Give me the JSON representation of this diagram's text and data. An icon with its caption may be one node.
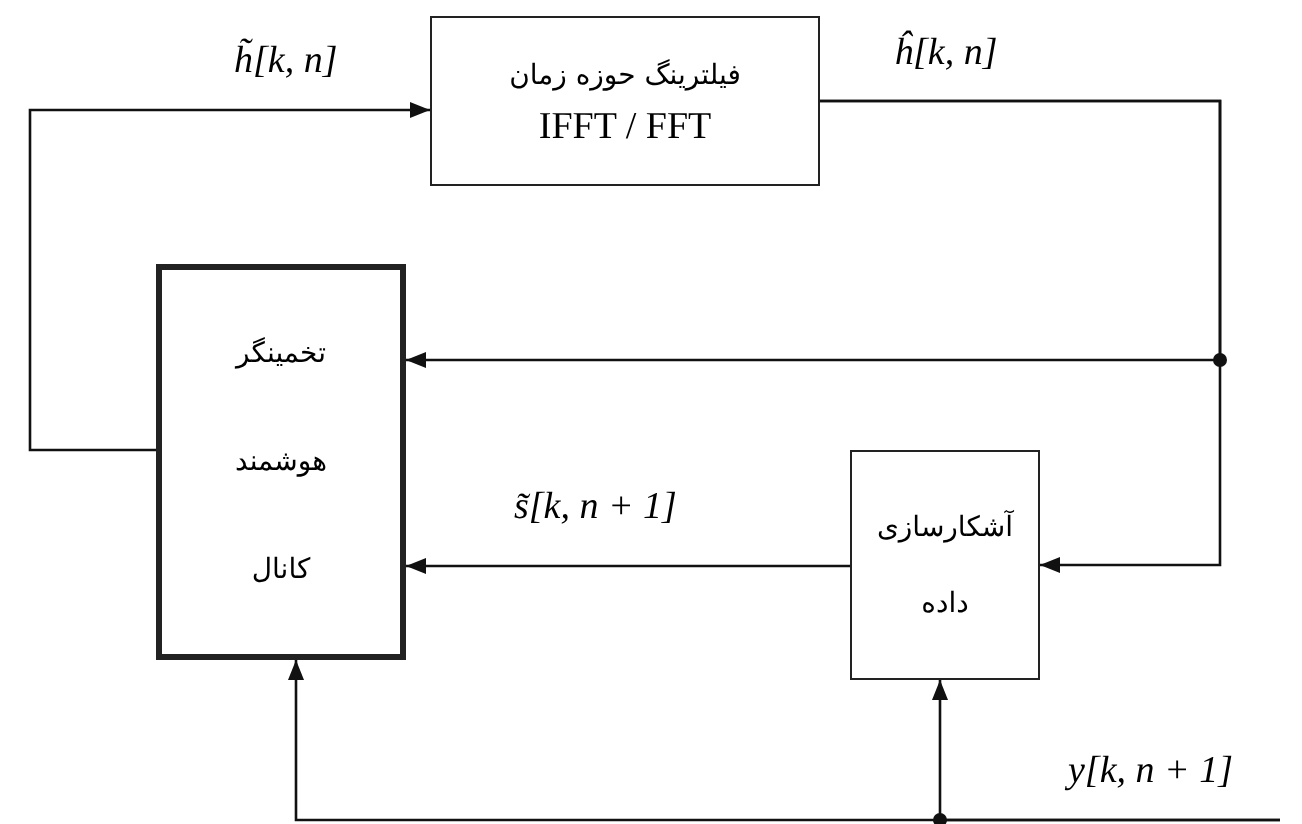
{
  "diagram": {
    "nodes": [
      {
        "text": [
          "فیلترینگ حوزه زمان",
          "IFFT / FFT"
        ]
      },
      {
        "text": [
          "تخمینگر هوشمند کانال"
        ]
      },
      {
        "text": [
          "آشکارسازی داده"
        ]
      }
    ],
    "edges": [
      {
        "from": 1,
        "to": 0,
        "arrow": "to",
        "label": "h̃[k, n]"
      },
      {
        "from": 0,
        "to": 1,
        "arrow": "to",
        "label": "ĥ[k, n]"
      },
      {
        "from": 0,
        "to": 2,
        "arrow": "to"
      },
      {
        "from": 2,
        "to": 1,
        "arrow": "to",
        "label": "s̃[k, n + 1]"
      },
      {
        "from": null,
        "to": 1,
        "arrow": "to",
        "label": "y[k, n + 1]"
      },
      {
        "from": null,
        "to": 2,
        "arrow": "to"
      }
    ]
  }
}
